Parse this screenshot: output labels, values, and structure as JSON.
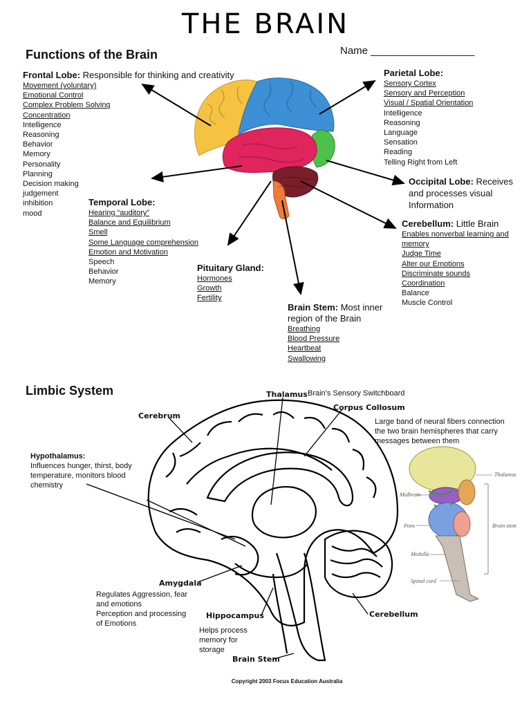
{
  "title": "THE BRAIN",
  "name_field": "Name __________________",
  "functions_heading": "Functions of the Brain",
  "limbic_heading": "Limbic System",
  "lobes": {
    "frontal": {
      "name": "Frontal Lobe:",
      "desc": "Responsible for thinking and creativity",
      "underlined": [
        "Movement (voluntary)",
        "Emotional Control",
        "Complex Problem Solving",
        "Concentration"
      ],
      "plain": [
        "Intelligence",
        "Reasoning",
        "Behavior",
        "Memory",
        "Personality",
        "Planning",
        "Decision making",
        "judgement",
        "inhibition",
        "mood"
      ]
    },
    "parietal": {
      "name": "Parietal Lobe:",
      "desc": "",
      "underlined": [
        "Sensory Cortex",
        "Sensory and Perception",
        "Visual / Spatial Orientation"
      ],
      "plain": [
        "Intelligence",
        "Reasoning",
        "Language",
        "Sensation",
        "Reading",
        "Telling Right from Left"
      ]
    },
    "occipital": {
      "name": "Occipital Lobe:",
      "desc": "Receives and processes visual Information"
    },
    "temporal": {
      "name": "Temporal Lobe:",
      "desc": "",
      "underlined": [
        "Hearing “auditory”",
        "Balance and Equilibrium",
        "Smell",
        "Some Language comprehension",
        "Emotion and Motivation"
      ],
      "plain": [
        "Speech",
        "Behavior",
        "Memory"
      ]
    },
    "cerebellum": {
      "name": "Cerebellum:",
      "desc": "Little Brain",
      "underlined": [
        "Enables nonverbal learning and memory",
        "Judge Time",
        "Alter our Emotions",
        "Discriminate sounds",
        "Coordination"
      ],
      "plain": [
        "Balance",
        "Muscle Control"
      ]
    },
    "pituitary": {
      "name": "Pituitary Gland:",
      "desc": "",
      "underlined": [
        "Hormones",
        "Growth",
        "Fertility"
      ],
      "plain": []
    },
    "brainstem": {
      "name": "Brain Stem:",
      "desc": "Most inner region of the Brain",
      "underlined": [
        "Breathing",
        "Blood Pressure",
        "Heartbeat",
        "Swallowing"
      ],
      "plain": []
    }
  },
  "limbic": {
    "labels": {
      "thalamus": "Thalamus",
      "cerebrum": "Cerebrum",
      "corpus": "Corpus Collosum",
      "amygdala": "Amygdala",
      "hippocampus": "Hippocampus",
      "cerebellum": "Cerebellum",
      "brainstem": "Brain Stem"
    },
    "thalamus_desc": "Brain’s Sensory Switchboard",
    "corpus_desc": "Large band of neural fibers connection the two brain hemispheres that carry messages between them",
    "hypothalamus_title": "Hypothalamus:",
    "hypothalamus_desc": "Influences hunger, thirst, body temperature, monitors blood chemistry",
    "amygdala_desc": "Regulates Aggression, fear and emotions",
    "amygdala_desc2": "Perception and processing of Emotions",
    "hippocampus_desc": "Helps process memory for storage",
    "inset_labels": {
      "thalamus": "Thalamus",
      "midbrain": "Midbrain",
      "pons": "Pons",
      "medulla": "Medulla",
      "spinal": "Spinal cord",
      "brainstem": "Brain stem"
    }
  },
  "colors": {
    "frontal": "#f5c242",
    "parietal": "#3d8fd6",
    "temporal": "#e0245e",
    "occipital": "#4cc24a",
    "cerebellum": "#7a1f2a",
    "stem": "#f07a3a"
  },
  "copyright": "Copyright 2003 Focus Education Australia"
}
